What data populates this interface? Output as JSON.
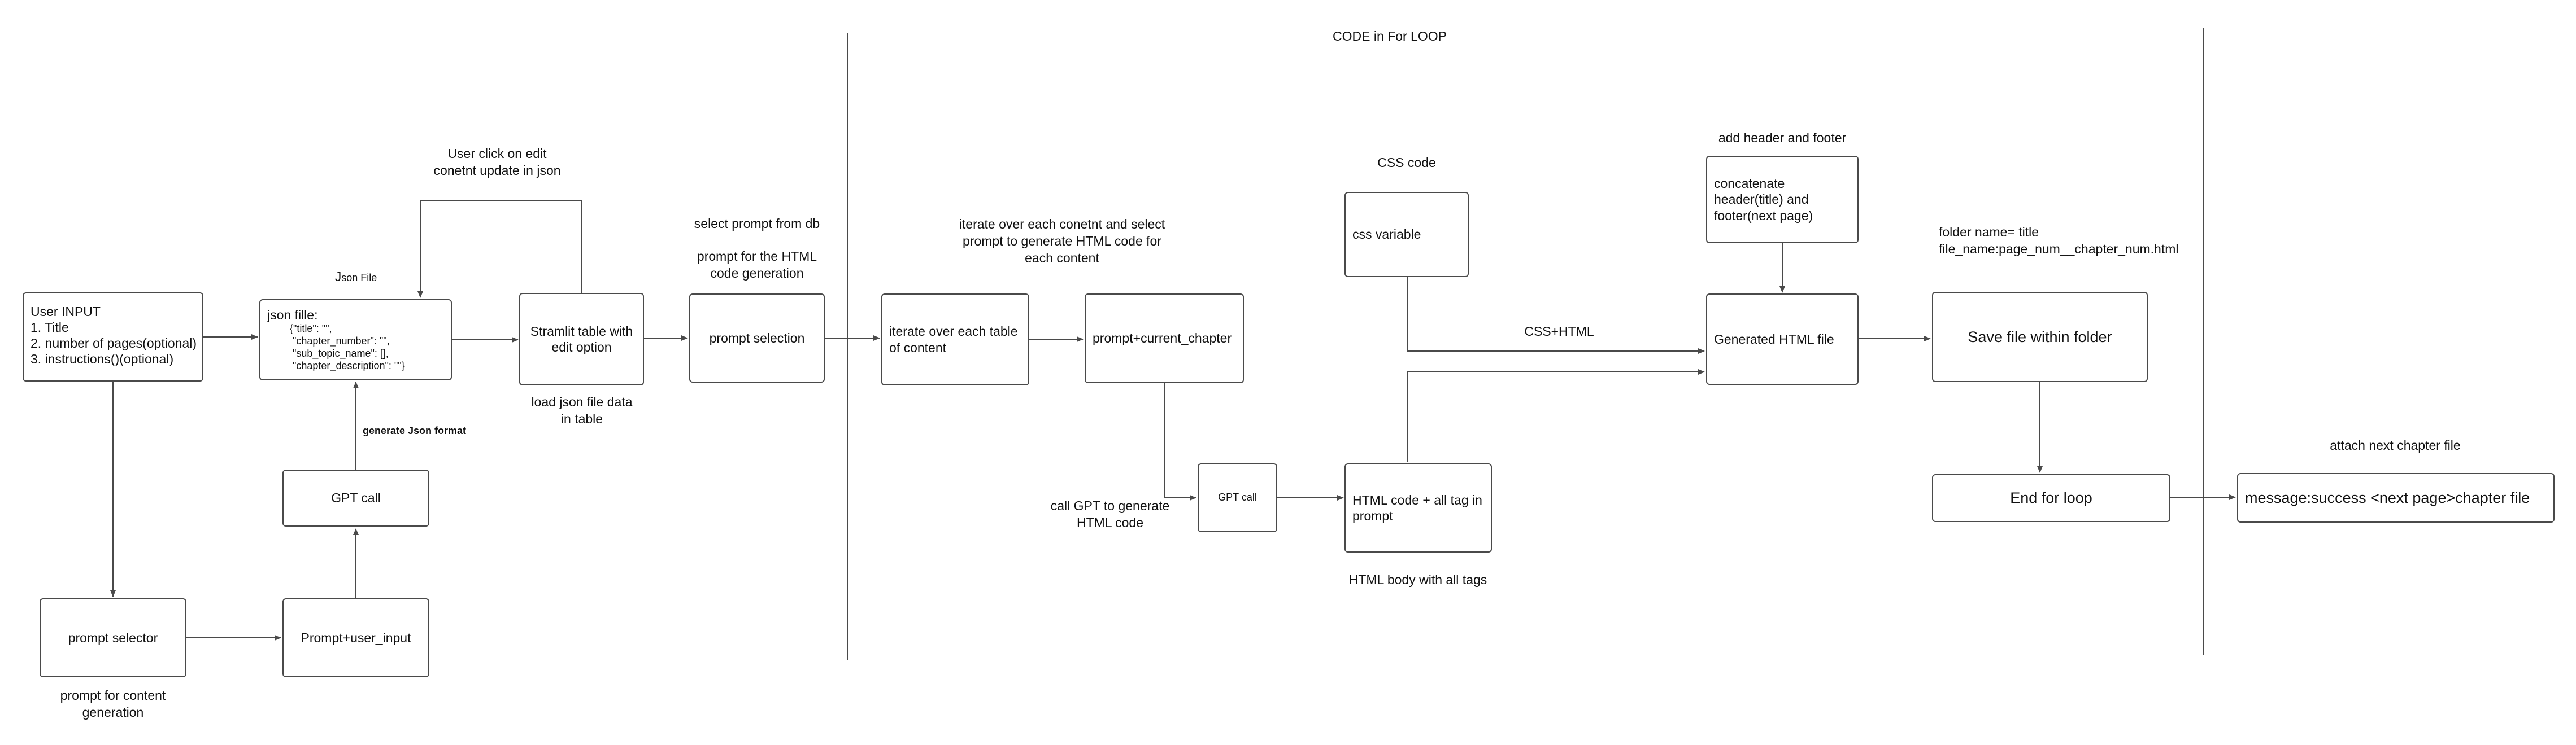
{
  "title": "CODE in For LOOP",
  "boxes": {
    "user_input": [
      "User INPUT",
      "1. Title",
      "2. number of pages(optional)",
      "3. instructions()(optional)"
    ],
    "json_file_title": "json fille:",
    "json_file_lines": [
      "{\"title\": \"\",",
      " \"chapter_number\": \"\",",
      " \"sub_topic_name\": [],",
      " \"chapter_description\": \"\"}"
    ],
    "stramlit_table": "Stramlit table with edit option",
    "prompt_selection": "prompt selection",
    "gpt_call": "GPT call",
    "prompt_selector": "prompt selector",
    "prompt_user_input": "Prompt+user_input",
    "iterate_table": "iterate over each table of content",
    "prompt_current_chapter": "prompt+current_chapter",
    "gpt_call_small": "GPT call",
    "html_code_tags": "HTML code + all tag in prompt",
    "css_variable": "css variable",
    "concatenate": "concatenate header(title) and footer(next page)",
    "generated_html": "Generated HTML file",
    "save_file": "Save file within folder",
    "end_for_loop": "End for loop",
    "message": "message:success  <next page>chapter file"
  },
  "labels": {
    "user_click": "User click on edit\nconetnt update in json",
    "json_file_caption_big": "J",
    "json_file_caption_small": "son File",
    "generate_json": "generate Json format",
    "load_json": "load json file  data\nin table",
    "prompt_content": "prompt  for content\ngeneration",
    "select_prompt_db": "select prompt from db",
    "prompt_html": "prompt for the HTML\ncode generation",
    "iterate_caption": "iterate over each conetnt and select\nprompt to generate HTML code for\neach content",
    "call_gpt_html": "call GPT to generate\nHTML code",
    "css_code": "CSS code",
    "css_html": "CSS+HTML",
    "html_body": "HTML body with all tags",
    "add_header_footer": "add header and footer",
    "folder_name": "folder name= title\nfile_name:page_num__chapter_num.html",
    "attach_next": "attach next chapter file"
  },
  "colors": {
    "line": "#4a4a4a",
    "text": "#111111",
    "background": "#ffffff"
  }
}
